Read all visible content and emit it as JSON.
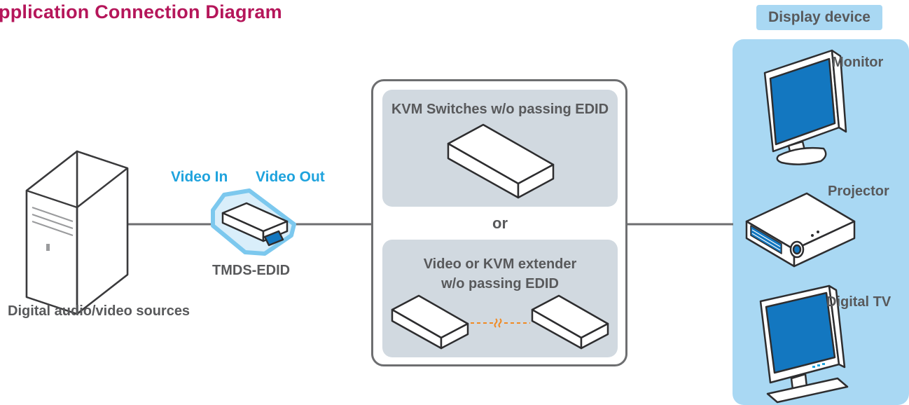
{
  "title": "pplication Connection Diagram",
  "source": {
    "label": "Digital audio/video sources"
  },
  "adapter": {
    "video_in": "Video In",
    "video_out": "Video Out",
    "name": "TMDS-EDID"
  },
  "middle": {
    "top_label": "KVM Switches w/o passing EDID",
    "or_label": "or",
    "bottom_label_line1": "Video or KVM extender",
    "bottom_label_line2": "w/o passing EDID"
  },
  "display": {
    "header": "Display device",
    "devices": [
      {
        "label": "Monitor",
        "icon": "monitor-icon"
      },
      {
        "label": "Projector",
        "icon": "projector-icon"
      },
      {
        "label": "Digital TV",
        "icon": "digital-tv-icon"
      }
    ]
  },
  "colors": {
    "title": "#b5165a",
    "accent_blue": "#1fa3dd",
    "panel_gray": "#d1d9e0",
    "display_panel": "#a9d8f3",
    "screen_blue": "#1377c0",
    "link_orange": "#f08a24"
  }
}
